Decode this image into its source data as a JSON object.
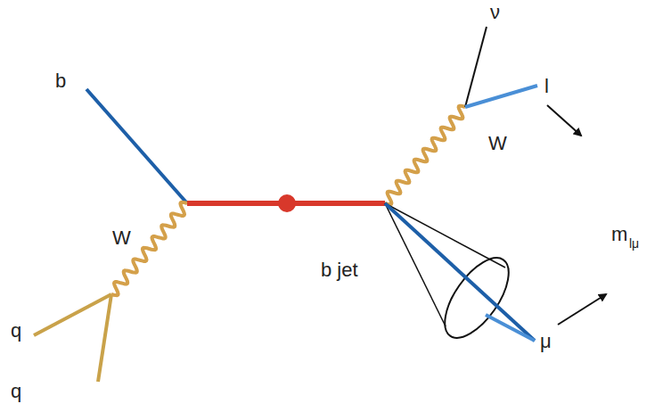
{
  "diagram": {
    "labels": [
      "b",
      "W",
      "q",
      "q",
      "b jet",
      "ν",
      "l",
      "W",
      "μ",
      "m",
      "lμ"
    ]
  }
}
